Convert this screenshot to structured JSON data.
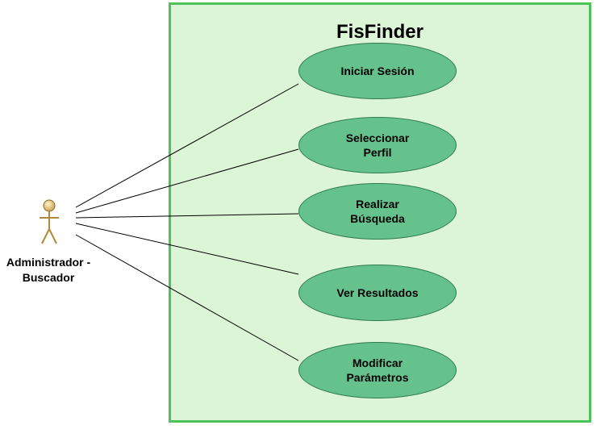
{
  "system": {
    "title": "FisFinder"
  },
  "actor": {
    "label_line1": "Administrador -",
    "label_line2": "Buscador"
  },
  "use_cases": [
    {
      "label": "Iniciar Sesión"
    },
    {
      "label": "Seleccionar Perfil"
    },
    {
      "label": "Realizar Búsqueda"
    },
    {
      "label": "Ver Resultados"
    },
    {
      "label": "Modificar Parámetros"
    }
  ],
  "colors": {
    "system_fill": "#dcf5d6",
    "system_border": "#4cc45a",
    "use_case_fill": "#66c28c",
    "actor_fill": "#e8c47a"
  }
}
